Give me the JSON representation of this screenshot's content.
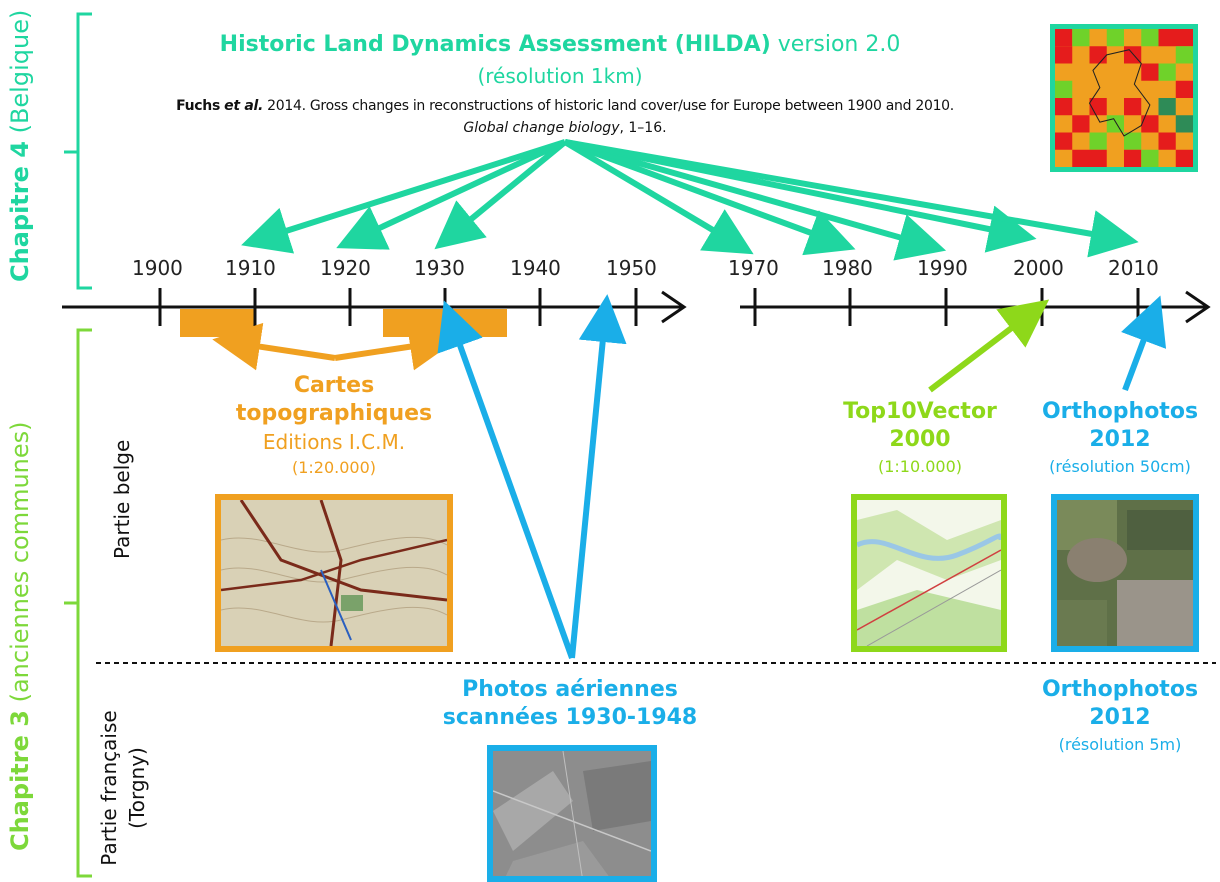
{
  "hilda": {
    "title_bold": "Historic Land Dynamics Assessment (HILDA)",
    "title_version": "version 2.0",
    "resolution": "(résolution 1km)",
    "citation_author": "Fuchs",
    "citation_etal": "et al.",
    "citation_rest": "2014. Gross changes in reconstructions of historic land cover/use for Europe between 1900 and 2010.",
    "citation_journal": "Global change biology",
    "citation_pages": ", 1–16."
  },
  "chapters": {
    "ch4_bold": "Chapitre 4",
    "ch4_rest": "(Belgique)",
    "ch3_bold": "Chapitre 3",
    "ch3_rest": "(anciennes communes)"
  },
  "rows": {
    "belge": "Partie belge",
    "francaise_1": "Partie française",
    "francaise_2": "(Torgny)"
  },
  "timeline": {
    "years_left": [
      "1900",
      "1910",
      "1920",
      "1930",
      "1940",
      "1950"
    ],
    "years_right": [
      "1970",
      "1980",
      "1990",
      "2000",
      "2010"
    ]
  },
  "sources": {
    "cartes_1": "Cartes",
    "cartes_2": "topographiques",
    "cartes_3": "Editions I.C.M.",
    "cartes_4": "(1:20.000)",
    "top10_1": "Top10Vector",
    "top10_2": "2000",
    "top10_3": "(1:10.000)",
    "ortho_be_1": "Orthophotos",
    "ortho_be_2": "2012",
    "ortho_be_3": "(résolution 50cm)",
    "photos_1": "Photos aériennes",
    "photos_2": "scannées 1930-1948",
    "ortho_fr_1": "Orthophotos",
    "ortho_fr_2": "2012",
    "ortho_fr_3": "(résolution 5m)"
  },
  "colors": {
    "teal": "#1fd6a0",
    "orange": "#f0a020",
    "lime": "#8ed81a",
    "blue": "#1aaee8",
    "bracket_green": "#7dd83a"
  }
}
